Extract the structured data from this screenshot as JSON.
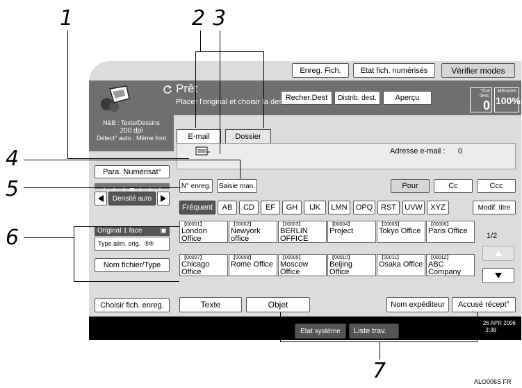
{
  "callouts": [
    "1",
    "2",
    "3",
    "4",
    "5",
    "6",
    "7"
  ],
  "toolbar": {
    "enreg_fich": "Enreg. Fich.",
    "etat_fich": "Etat fich. numérisés",
    "verifier": "Vérifier modes"
  },
  "status": {
    "ready": "Prêt",
    "message": "Placer l'original et choisir la destination."
  },
  "header_buttons": {
    "recher_dest": "Recher.Dest",
    "distrib": "Distrib. dest.",
    "apercu": "Aperçu"
  },
  "counters": {
    "titre_label": "Titre dest.",
    "titre_value": "0",
    "memoire_label": "Mémoire",
    "memoire_value": "100%"
  },
  "left": {
    "mode_line1": "N&B : Texte/Dessins",
    "mode_line2": "200 dpi",
    "mode_line3": "Détect° auto : Même frmt",
    "para": "Para. Numérisat°",
    "densite": "Densité auto",
    "original": "Original 1 face",
    "type_alim": "Type alim. orig.",
    "nom_fichier": "Nom fichier/Type",
    "choisir": "Choisir fich. enreg."
  },
  "tabs": {
    "email": "E-mail",
    "dossier": "Dossier"
  },
  "address": {
    "label": "Adresse e-mail :",
    "count": "0"
  },
  "row_buttons": {
    "n_enreg": "N° enreg.",
    "saisie": "Saisie man.",
    "pour": "Pour",
    "cc": "Cc",
    "ccc": "Ccc"
  },
  "index_tabs": [
    "Fréquent",
    "AB",
    "CD",
    "EF",
    "GH",
    "IJK",
    "LMN",
    "OPQ",
    "RST",
    "UVW",
    "XYZ"
  ],
  "modif_titre": "Modif. titre",
  "destinations": [
    {
      "num": "【00001】",
      "name": "London Office"
    },
    {
      "num": "【00002】",
      "name": "Newyork office"
    },
    {
      "num": "【00003】",
      "name": "BERLIN OFFICE"
    },
    {
      "num": "【00004】",
      "name": "Project"
    },
    {
      "num": "【00005】",
      "name": "Tokyo Office"
    },
    {
      "num": "【00006】",
      "name": "Paris Office"
    },
    {
      "num": "【00007】",
      "name": "Chicago Office"
    },
    {
      "num": "【00008】",
      "name": "Rome Office"
    },
    {
      "num": "【00009】",
      "name": "Moscow Office"
    },
    {
      "num": "【00010】",
      "name": "Beijing Office"
    },
    {
      "num": "【00011】",
      "name": "Osaka Office"
    },
    {
      "num": "【00012】",
      "name": "ABC Company"
    }
  ],
  "page": "1/2",
  "bottom": {
    "texte": "Texte",
    "objet": "Objet",
    "nom_exp": "Nom expéditeur",
    "accuse": "Accusé récept°"
  },
  "statusbar": {
    "etat": "Etat système",
    "liste": "Liste trav.",
    "date": "26 APR 2006",
    "time": "3:38"
  },
  "figure_code": "ALO006S FR"
}
